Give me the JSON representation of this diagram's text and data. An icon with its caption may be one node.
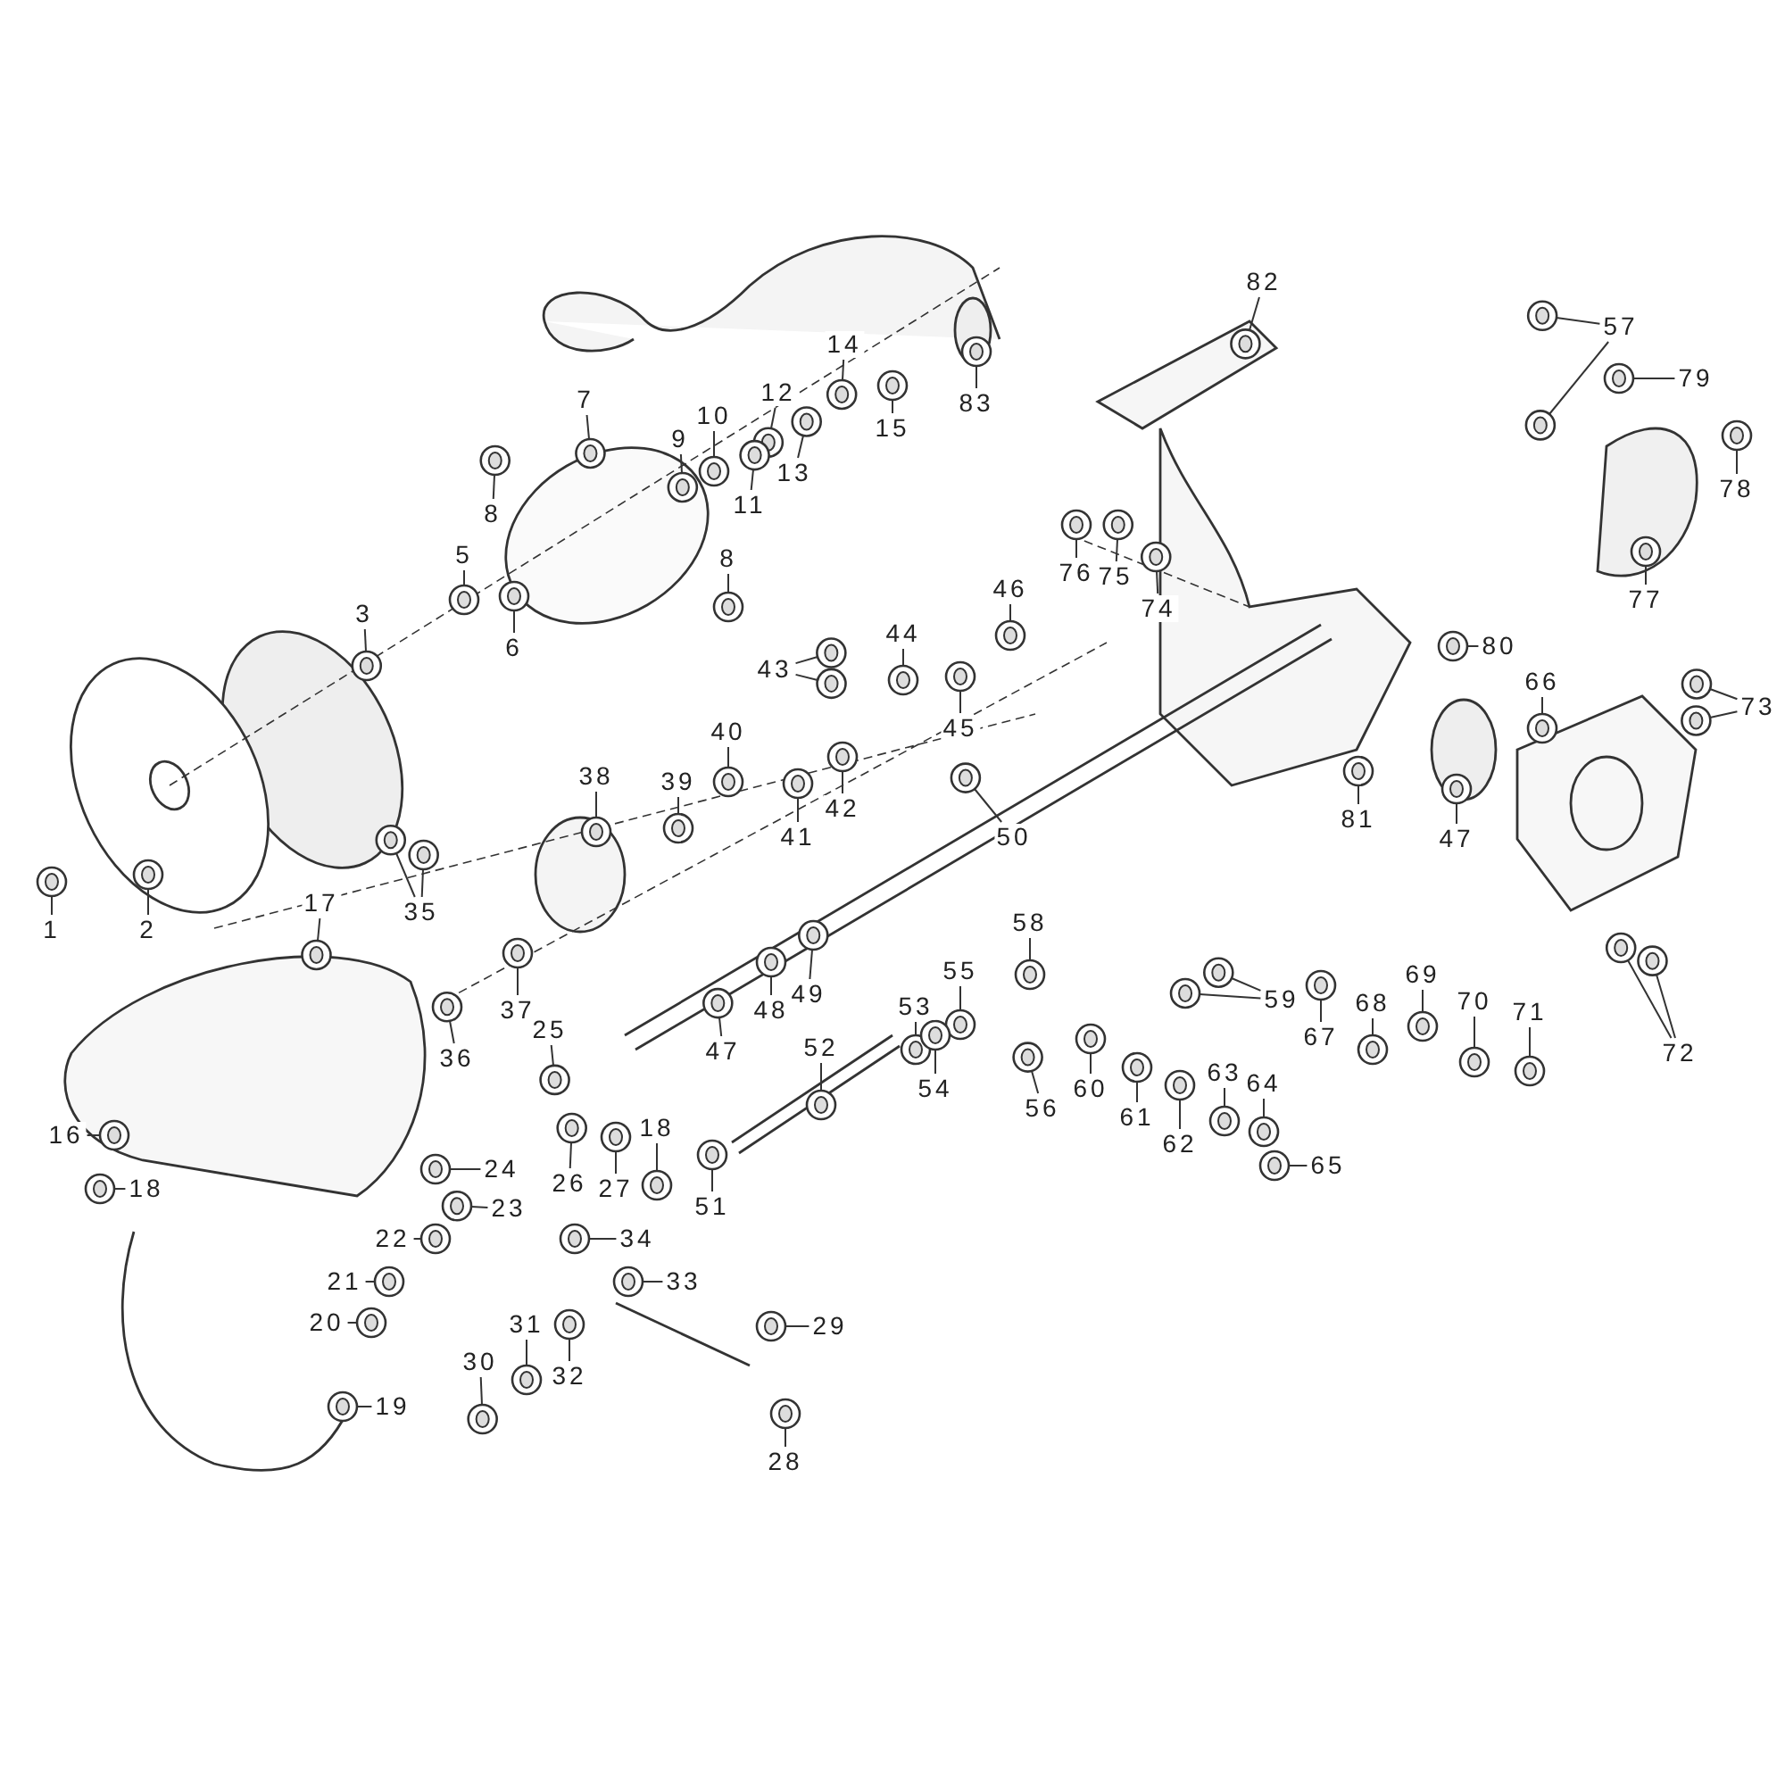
{
  "diagram": {
    "nodes": [
      {
        "text": [
          "82"
        ]
      },
      {
        "text": [
          "57"
        ]
      },
      {
        "text": [
          "79"
        ]
      },
      {
        "text": [
          "14"
        ]
      },
      {
        "text": [
          "12"
        ]
      },
      {
        "text": [
          "15"
        ]
      },
      {
        "text": [
          "83"
        ]
      },
      {
        "text": [
          "7"
        ]
      },
      {
        "text": [
          "9"
        ]
      },
      {
        "text": [
          "10"
        ]
      },
      {
        "text": [
          "78"
        ]
      },
      {
        "text": [
          "13"
        ]
      },
      {
        "text": [
          "11"
        ]
      },
      {
        "text": [
          "8"
        ]
      },
      {
        "text": [
          "76"
        ]
      },
      {
        "text": [
          "75"
        ]
      },
      {
        "text": [
          "74"
        ]
      },
      {
        "text": [
          "77"
        ]
      },
      {
        "text": [
          "5"
        ]
      },
      {
        "text": [
          "8"
        ]
      },
      {
        "text": [
          "6"
        ]
      },
      {
        "text": [
          "3"
        ]
      },
      {
        "text": [
          "46"
        ]
      },
      {
        "text": [
          "44"
        ]
      },
      {
        "text": [
          "80"
        ]
      },
      {
        "text": [
          "43"
        ]
      },
      {
        "text": [
          "45"
        ]
      },
      {
        "text": [
          "73"
        ]
      },
      {
        "text": [
          "40"
        ]
      },
      {
        "text": [
          "66"
        ]
      },
      {
        "text": [
          "38"
        ]
      },
      {
        "text": [
          "39"
        ]
      },
      {
        "text": [
          "42"
        ]
      },
      {
        "text": [
          "41"
        ]
      },
      {
        "text": [
          "81"
        ]
      },
      {
        "text": [
          "47"
        ]
      },
      {
        "text": [
          "50"
        ]
      },
      {
        "text": [
          "1"
        ]
      },
      {
        "text": [
          "2"
        ]
      },
      {
        "text": [
          "17"
        ]
      },
      {
        "text": [
          "35"
        ]
      },
      {
        "text": [
          "58"
        ]
      },
      {
        "text": [
          "37"
        ]
      },
      {
        "text": [
          "49"
        ]
      },
      {
        "text": [
          "48"
        ]
      },
      {
        "text": [
          "59"
        ]
      },
      {
        "text": [
          "67"
        ]
      },
      {
        "text": [
          "68"
        ]
      },
      {
        "text": [
          "69"
        ]
      },
      {
        "text": [
          "36"
        ]
      },
      {
        "text": [
          "47"
        ]
      },
      {
        "text": [
          "70"
        ]
      },
      {
        "text": [
          "72"
        ]
      },
      {
        "text": [
          "53"
        ]
      },
      {
        "text": [
          "55"
        ]
      },
      {
        "text": [
          "71"
        ]
      },
      {
        "text": [
          "25"
        ]
      },
      {
        "text": [
          "52"
        ]
      },
      {
        "text": [
          "54"
        ]
      },
      {
        "text": [
          "56"
        ]
      },
      {
        "text": [
          "60"
        ]
      },
      {
        "text": [
          "61"
        ]
      },
      {
        "text": [
          "63"
        ]
      },
      {
        "text": [
          "64"
        ]
      },
      {
        "text": [
          "16"
        ]
      },
      {
        "text": [
          "18"
        ]
      },
      {
        "text": [
          "26"
        ]
      },
      {
        "text": [
          "27"
        ]
      },
      {
        "text": [
          "62"
        ]
      },
      {
        "text": [
          "65"
        ]
      },
      {
        "text": [
          "24"
        ]
      },
      {
        "text": [
          "51"
        ]
      },
      {
        "text": [
          "18"
        ]
      },
      {
        "text": [
          "23"
        ]
      },
      {
        "text": [
          "22"
        ]
      },
      {
        "text": [
          "34"
        ]
      },
      {
        "text": [
          "21"
        ]
      },
      {
        "text": [
          "33"
        ]
      },
      {
        "text": [
          "29"
        ]
      },
      {
        "text": [
          "20"
        ]
      },
      {
        "text": [
          "31"
        ]
      },
      {
        "text": [
          "30"
        ]
      },
      {
        "text": [
          "32"
        ]
      },
      {
        "text": [
          "19"
        ]
      },
      {
        "text": [
          "28"
        ]
      },
      {
        "text": [],
        "shape": "picture"
      },
      {
        "text": [],
        "shape": "picture"
      },
      {
        "text": [],
        "shape": "picture"
      },
      {
        "text": [],
        "shape": "picture"
      },
      {
        "text": [],
        "shape": "picture"
      },
      {
        "text": [],
        "shape": "picture"
      },
      {
        "text": [],
        "shape": "picture"
      },
      {
        "text": [],
        "shape": "picture"
      },
      {
        "text": [],
        "shape": "picture"
      },
      {
        "text": [],
        "shape": "picture"
      },
      {
        "text": [],
        "shape": "picture"
      },
      {
        "text": [],
        "shape": "picture"
      },
      {
        "text": [],
        "shape": "picture"
      },
      {
        "text": [],
        "shape": "picture"
      },
      {
        "text": [],
        "shape": "picture"
      },
      {
        "text": [],
        "shape": "picture"
      },
      {
        "text": [],
        "shape": "picture"
      },
      {
        "text": [],
        "shape": "picture"
      },
      {
        "text": [],
        "shape": "picture"
      },
      {
        "text": [],
        "shape": "picture"
      },
      {
        "text": [],
        "shape": "picture"
      },
      {
        "text": [],
        "shape": "picture"
      },
      {
        "text": [],
        "shape": "picture"
      },
      {
        "text": [],
        "shape": "picture"
      },
      {
        "text": [],
        "shape": "picture"
      },
      {
        "text": [],
        "shape": "picture"
      },
      {
        "text": [],
        "shape": "picture"
      },
      {
        "text": [],
        "shape": "picture"
      },
      {
        "text": [],
        "shape": "picture"
      },
      {
        "text": [],
        "shape": "picture"
      },
      {
        "text": [],
        "shape": "picture"
      },
      {
        "text": [],
        "shape": "picture"
      },
      {
        "text": [],
        "shape": "picture"
      },
      {
        "text": [],
        "shape": "picture"
      },
      {
        "text": [],
        "shape": "picture"
      },
      {
        "text": [],
        "shape": "picture"
      },
      {
        "text": [],
        "shape": "picture"
      },
      {
        "text": [],
        "shape": "picture"
      },
      {
        "text": [],
        "shape": "picture"
      },
      {
        "text": [],
        "shape": "picture"
      },
      {
        "text": [],
        "shape": "picture"
      },
      {
        "text": [],
        "shape": "picture"
      },
      {
        "text": [],
        "shape": "picture"
      },
      {
        "text": [],
        "shape": "picture"
      },
      {
        "text": [],
        "shape": "picture"
      },
      {
        "text": [],
        "shape": "picture"
      },
      {
        "text": [],
        "shape": "picture"
      },
      {
        "text": [],
        "shape": "picture"
      },
      {
        "text": [],
        "shape": "picture"
      },
      {
        "text": [],
        "shape": "picture"
      },
      {
        "text": [],
        "shape": "picture"
      },
      {
        "text": [],
        "shape": "picture"
      },
      {
        "text": [],
        "shape": "picture"
      },
      {
        "text": [],
        "shape": "picture"
      },
      {
        "text": [],
        "shape": "picture"
      },
      {
        "text": [],
        "shape": "picture"
      },
      {
        "text": [],
        "shape": "picture"
      },
      {
        "text": [],
        "shape": "picture"
      },
      {
        "text": [],
        "shape": "picture"
      },
      {
        "text": [],
        "shape": "picture"
      },
      {
        "text": [],
        "shape": "picture"
      },
      {
        "text": [],
        "shape": "picture"
      },
      {
        "text": [],
        "shape": "picture"
      },
      {
        "text": [],
        "shape": "picture"
      },
      {
        "text": [],
        "shape": "picture"
      },
      {
        "text": [],
        "shape": "picture"
      },
      {
        "text": [],
        "shape": "picture"
      },
      {
        "text": [],
        "shape": "picture"
      },
      {
        "text": [],
        "shape": "picture"
      },
      {
        "text": [],
        "shape": "picture"
      },
      {
        "text": [],
        "shape": "picture"
      },
      {
        "text": [],
        "shape": "picture"
      },
      {
        "text": [],
        "shape": "picture"
      },
      {
        "text": [],
        "shape": "picture"
      },
      {
        "text": [],
        "shape": "picture"
      },
      {
        "text": [],
        "shape": "picture"
      },
      {
        "text": [],
        "shape": "picture"
      },
      {
        "text": [],
        "shape": "picture"
      },
      {
        "text": [],
        "shape": "picture"
      },
      {
        "text": [],
        "shape": "picture"
      },
      {
        "text": [],
        "shape": "picture"
      },
      {
        "text": [],
        "shape": "picture"
      },
      {
        "text": [],
        "shape": "picture"
      },
      {
        "text": [],
        "shape": "picture"
      },
      {
        "text": [],
        "shape": "picture"
      },
      {
        "text": [],
        "shape": "picture"
      },
      {
        "text": [],
        "shape": "picture"
      },
      {
        "text": [],
        "shape": "picture"
      },
      {
        "text": [],
        "shape": "picture"
      },
      {
        "text": [],
        "shape": "picture"
      },
      {
        "text": [],
        "shape": "picture"
      }
    ],
    "edges": [
      {
        "from": 0,
        "to": 85,
        "arrow": "none"
      },
      {
        "from": 1,
        "to": 86,
        "arrow": "none"
      },
      {
        "from": 1,
        "to": 87,
        "arrow": "none"
      },
      {
        "from": 2,
        "to": 88,
        "arrow": "none"
      },
      {
        "from": 3,
        "to": 89,
        "arrow": "none"
      },
      {
        "from": 4,
        "to": 90,
        "arrow": "none"
      },
      {
        "from": 5,
        "to": 91,
        "arrow": "none"
      },
      {
        "from": 6,
        "to": 92,
        "arrow": "none"
      },
      {
        "from": 7,
        "to": 93,
        "arrow": "none"
      },
      {
        "from": 8,
        "to": 94,
        "arrow": "none"
      },
      {
        "from": 9,
        "to": 95,
        "arrow": "none"
      },
      {
        "from": 10,
        "to": 96,
        "arrow": "none"
      },
      {
        "from": 11,
        "to": 97,
        "arrow": "none"
      },
      {
        "from": 12,
        "to": 98,
        "arrow": "none"
      },
      {
        "from": 13,
        "to": 99,
        "arrow": "none"
      },
      {
        "from": 14,
        "to": 100,
        "arrow": "none"
      },
      {
        "from": 15,
        "to": 101,
        "arrow": "none"
      },
      {
        "from": 16,
        "to": 102,
        "arrow": "none"
      },
      {
        "from": 17,
        "to": 103,
        "arrow": "none"
      },
      {
        "from": 18,
        "to": 104,
        "arrow": "none"
      },
      {
        "from": 19,
        "to": 105,
        "arrow": "none"
      },
      {
        "from": 20,
        "to": 106,
        "arrow": "none"
      },
      {
        "from": 21,
        "to": 107,
        "arrow": "none"
      },
      {
        "from": 22,
        "to": 108,
        "arrow": "none"
      },
      {
        "from": 23,
        "to": 109,
        "arrow": "none"
      },
      {
        "from": 24,
        "to": 110,
        "arrow": "none"
      },
      {
        "from": 25,
        "to": 111,
        "arrow": "none"
      },
      {
        "from": 25,
        "to": 112,
        "arrow": "none"
      },
      {
        "from": 26,
        "to": 113,
        "arrow": "none"
      },
      {
        "from": 27,
        "to": 114,
        "arrow": "none"
      },
      {
        "from": 27,
        "to": 115,
        "arrow": "none"
      },
      {
        "from": 28,
        "to": 116,
        "arrow": "none"
      },
      {
        "from": 29,
        "to": 117,
        "arrow": "none"
      },
      {
        "from": 30,
        "to": 118,
        "arrow": "none"
      },
      {
        "from": 31,
        "to": 119,
        "arrow": "none"
      },
      {
        "from": 32,
        "to": 120,
        "arrow": "none"
      },
      {
        "from": 33,
        "to": 121,
        "arrow": "none"
      },
      {
        "from": 34,
        "to": 122,
        "arrow": "none"
      },
      {
        "from": 35,
        "to": 123,
        "arrow": "none"
      },
      {
        "from": 36,
        "to": 124,
        "arrow": "none"
      },
      {
        "from": 37,
        "to": 125,
        "arrow": "none"
      },
      {
        "from": 38,
        "to": 126,
        "arrow": "none"
      },
      {
        "from": 39,
        "to": 127,
        "arrow": "none"
      },
      {
        "from": 40,
        "to": 128,
        "arrow": "none"
      },
      {
        "from": 40,
        "to": 129,
        "arrow": "none"
      },
      {
        "from": 41,
        "to": 130,
        "arrow": "none"
      },
      {
        "from": 42,
        "to": 131,
        "arrow": "none"
      },
      {
        "from": 43,
        "to": 132,
        "arrow": "none"
      },
      {
        "from": 44,
        "to": 133,
        "arrow": "none"
      },
      {
        "from": 45,
        "to": 134,
        "arrow": "none"
      },
      {
        "from": 45,
        "to": 135,
        "arrow": "none"
      },
      {
        "from": 46,
        "to": 136,
        "arrow": "none"
      },
      {
        "from": 47,
        "to": 137,
        "arrow": "none"
      },
      {
        "from": 48,
        "to": 138,
        "arrow": "none"
      },
      {
        "from": 49,
        "to": 139,
        "arrow": "none"
      },
      {
        "from": 50,
        "to": 140,
        "arrow": "none"
      },
      {
        "from": 51,
        "to": 141,
        "arrow": "none"
      },
      {
        "from": 52,
        "to": 142,
        "arrow": "none"
      },
      {
        "from": 52,
        "to": 143,
        "arrow": "none"
      },
      {
        "from": 53,
        "to": 144,
        "arrow": "none"
      },
      {
        "from": 54,
        "to": 145,
        "arrow": "none"
      },
      {
        "from": 55,
        "to": 146,
        "arrow": "none"
      },
      {
        "from": 56,
        "to": 147,
        "arrow": "none"
      },
      {
        "from": 57,
        "to": 148,
        "arrow": "none"
      },
      {
        "from": 58,
        "to": 149,
        "arrow": "none"
      },
      {
        "from": 59,
        "to": 150,
        "arrow": "none"
      },
      {
        "from": 60,
        "to": 151,
        "arrow": "none"
      },
      {
        "from": 61,
        "to": 152,
        "arrow": "none"
      },
      {
        "from": 62,
        "to": 153,
        "arrow": "none"
      },
      {
        "from": 63,
        "to": 154,
        "arrow": "none"
      },
      {
        "from": 64,
        "to": 155,
        "arrow": "none"
      },
      {
        "from": 65,
        "to": 156,
        "arrow": "none"
      },
      {
        "from": 66,
        "to": 157,
        "arrow": "none"
      },
      {
        "from": 67,
        "to": 158,
        "arrow": "none"
      },
      {
        "from": 68,
        "to": 159,
        "arrow": "none"
      },
      {
        "from": 69,
        "to": 160,
        "arrow": "none"
      },
      {
        "from": 70,
        "to": 161,
        "arrow": "none"
      },
      {
        "from": 71,
        "to": 162,
        "arrow": "none"
      },
      {
        "from": 72,
        "to": 163,
        "arrow": "none"
      },
      {
        "from": 73,
        "to": 164,
        "arrow": "none"
      },
      {
        "from": 74,
        "to": 165,
        "arrow": "none"
      },
      {
        "from": 75,
        "to": 166,
        "arrow": "none"
      },
      {
        "from": 76,
        "to": 167,
        "arrow": "none"
      },
      {
        "from": 77,
        "to": 168,
        "arrow": "none"
      },
      {
        "from": 78,
        "to": 169,
        "arrow": "none"
      },
      {
        "from": 79,
        "to": 170,
        "arrow": "none"
      },
      {
        "from": 80,
        "to": 171,
        "arrow": "none"
      },
      {
        "from": 81,
        "to": 172,
        "arrow": "none"
      },
      {
        "from": 82,
        "to": 173,
        "arrow": "none"
      },
      {
        "from": 83,
        "to": 174,
        "arrow": "none"
      },
      {
        "from": 84,
        "to": 175,
        "arrow": "none"
      }
    ]
  }
}
